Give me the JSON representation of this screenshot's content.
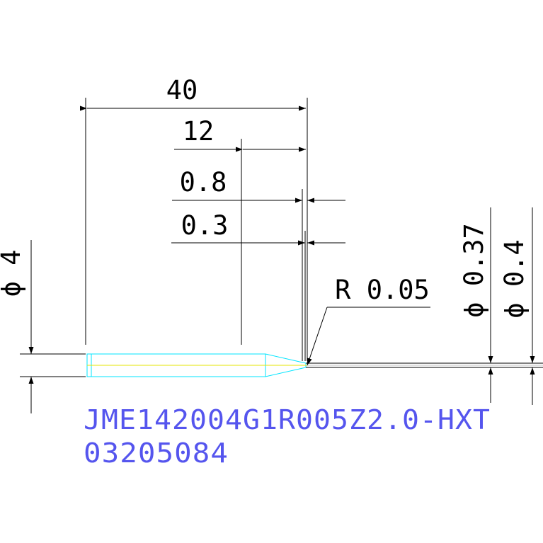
{
  "drawing": {
    "background": "#ffffff",
    "line_color": "#000000",
    "tool_outline_color": "#00e5ff",
    "tool_centerline_color": "#e6e600",
    "part_text_color": "#5555ee"
  },
  "dimensions": {
    "overall_length": "40",
    "neck_length": "12",
    "tip_length_outer": "0.8",
    "tip_length_inner": "0.3",
    "corner_radius": "R 0.05",
    "shank_diameter": "ϕ 4",
    "neck_diameter": "ϕ 0.37",
    "cutting_diameter": "ϕ 0.4"
  },
  "part": {
    "model_number": "JME142004G1R005Z2.0-HXT",
    "serial_number": "03205084"
  }
}
